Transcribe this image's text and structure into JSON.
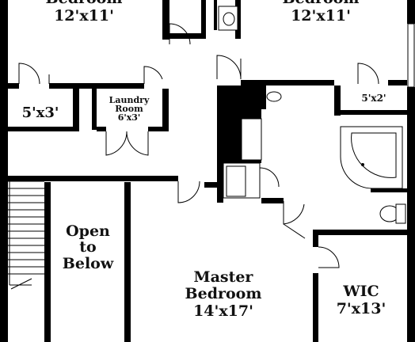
{
  "rooms": {
    "bedroom_left": {
      "name": "Bedroom",
      "size": "12'x11'"
    },
    "bedroom_right": {
      "name": "Bedroom",
      "size": "12'x11'"
    },
    "closet_left": {
      "size": "5'x3'"
    },
    "laundry": {
      "name_line1": "Laundry",
      "name_line2": "Room",
      "size": "6'x3'"
    },
    "closet_right": {
      "size": "5'x2'"
    },
    "open_to_below": {
      "line1": "Open",
      "line2": "to",
      "line3": "Below"
    },
    "master": {
      "name_line1": "Master",
      "name_line2": "Bedroom",
      "size": "14'x17'"
    },
    "wic": {
      "name": "WIC",
      "size": "7'x13'"
    }
  }
}
